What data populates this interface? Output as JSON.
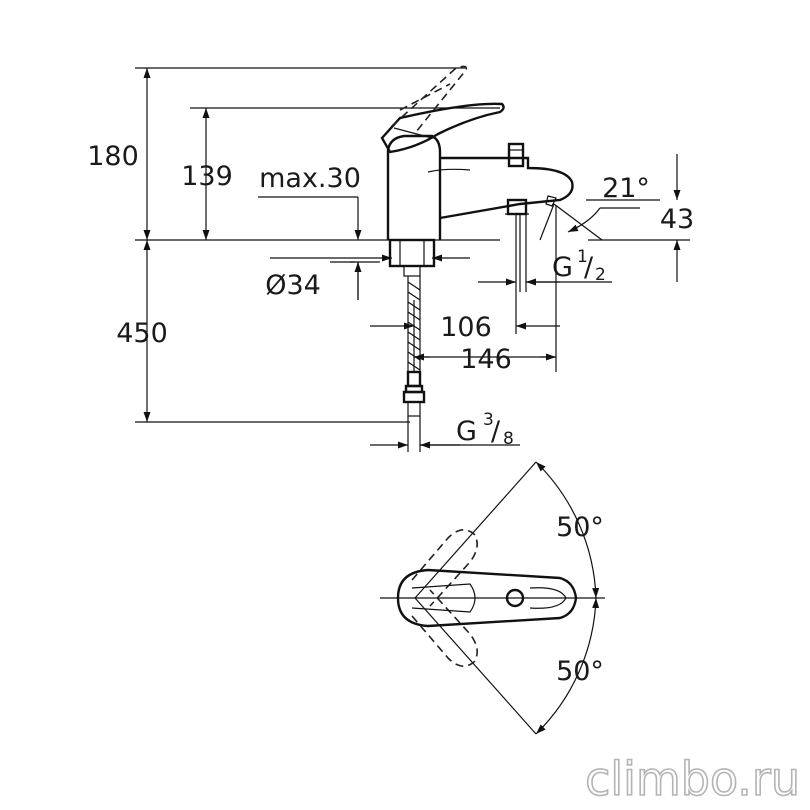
{
  "dimensions": {
    "height_total": "180",
    "height_handle": "139",
    "max_deck": "max.30",
    "hole_dia": "Ø34",
    "angle_spout": "21°",
    "spout_height": "43",
    "thread_spout_g": "G",
    "thread_spout_num": "1",
    "thread_spout_den": "2",
    "thread_slash": "/",
    "hose_length": "450",
    "reach_106": "106",
    "reach_146": "146",
    "thread_hose_g": "G",
    "thread_hose_num": "3",
    "thread_hose_den": "8",
    "angle_left": "50°",
    "angle_right": "50°"
  },
  "watermark": "climbo.ru",
  "colors": {
    "line": "#111111",
    "watermark_stroke": "#b4b4b4"
  }
}
